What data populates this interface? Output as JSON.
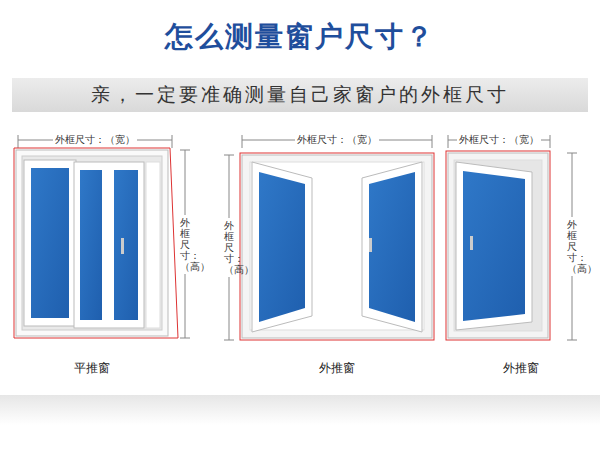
{
  "diagram": {
    "title": "怎么测量窗户尺寸？",
    "nodes": [
      {
        "text": [
          "亲，一定要准确测量自己家窗户的外框尺寸"
        ]
      }
    ],
    "labels": [
      "外框尺寸：（宽）",
      "外框尺寸：（高）",
      "平推窗",
      "外框尺寸：（宽）",
      "外框尺寸：（高）",
      "外推窗",
      "外框尺寸：（宽）",
      "外框尺寸：（高）",
      "外推窗"
    ]
  }
}
